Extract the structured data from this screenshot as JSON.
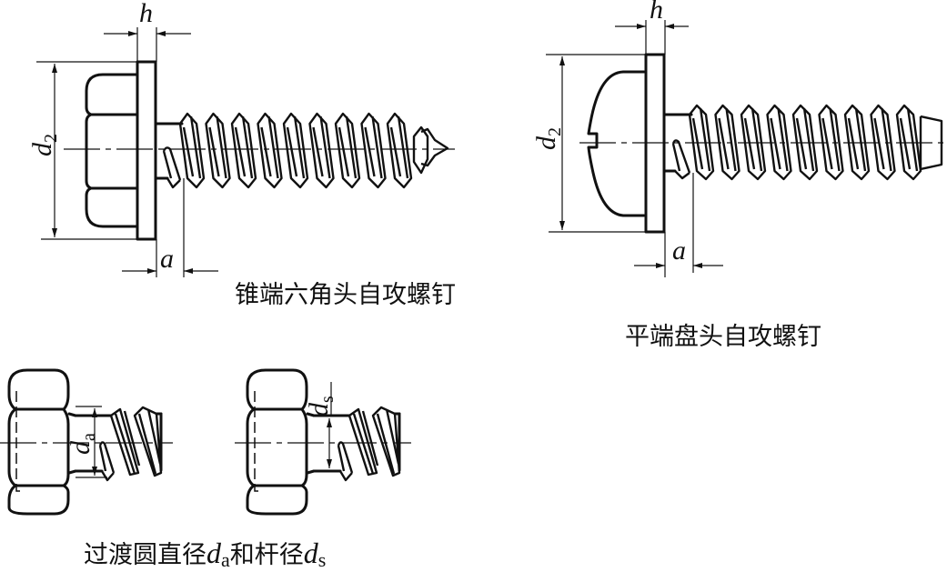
{
  "figures": [
    {
      "id": "hex-head-cone-end",
      "caption": "锥端六角头自攻螺钉",
      "dimensions": {
        "height": "h",
        "diameter": "d",
        "diameter_sub": "2",
        "offset": "a"
      }
    },
    {
      "id": "pan-head-flat-end",
      "caption": "平端盘头自攻螺钉",
      "dimensions": {
        "height": "h",
        "diameter": "d",
        "diameter_sub": "2",
        "offset": "a"
      }
    },
    {
      "id": "transition-diameters",
      "caption_parts": {
        "text1": "过渡圆直径",
        "sym1": "d",
        "sub1": "a",
        "text2": "和杆径",
        "sym2": "d",
        "sub2": "s"
      },
      "dimensions": {
        "left_sym": "d",
        "left_sub": "a",
        "right_sym": "d",
        "right_sub": "s"
      }
    }
  ]
}
